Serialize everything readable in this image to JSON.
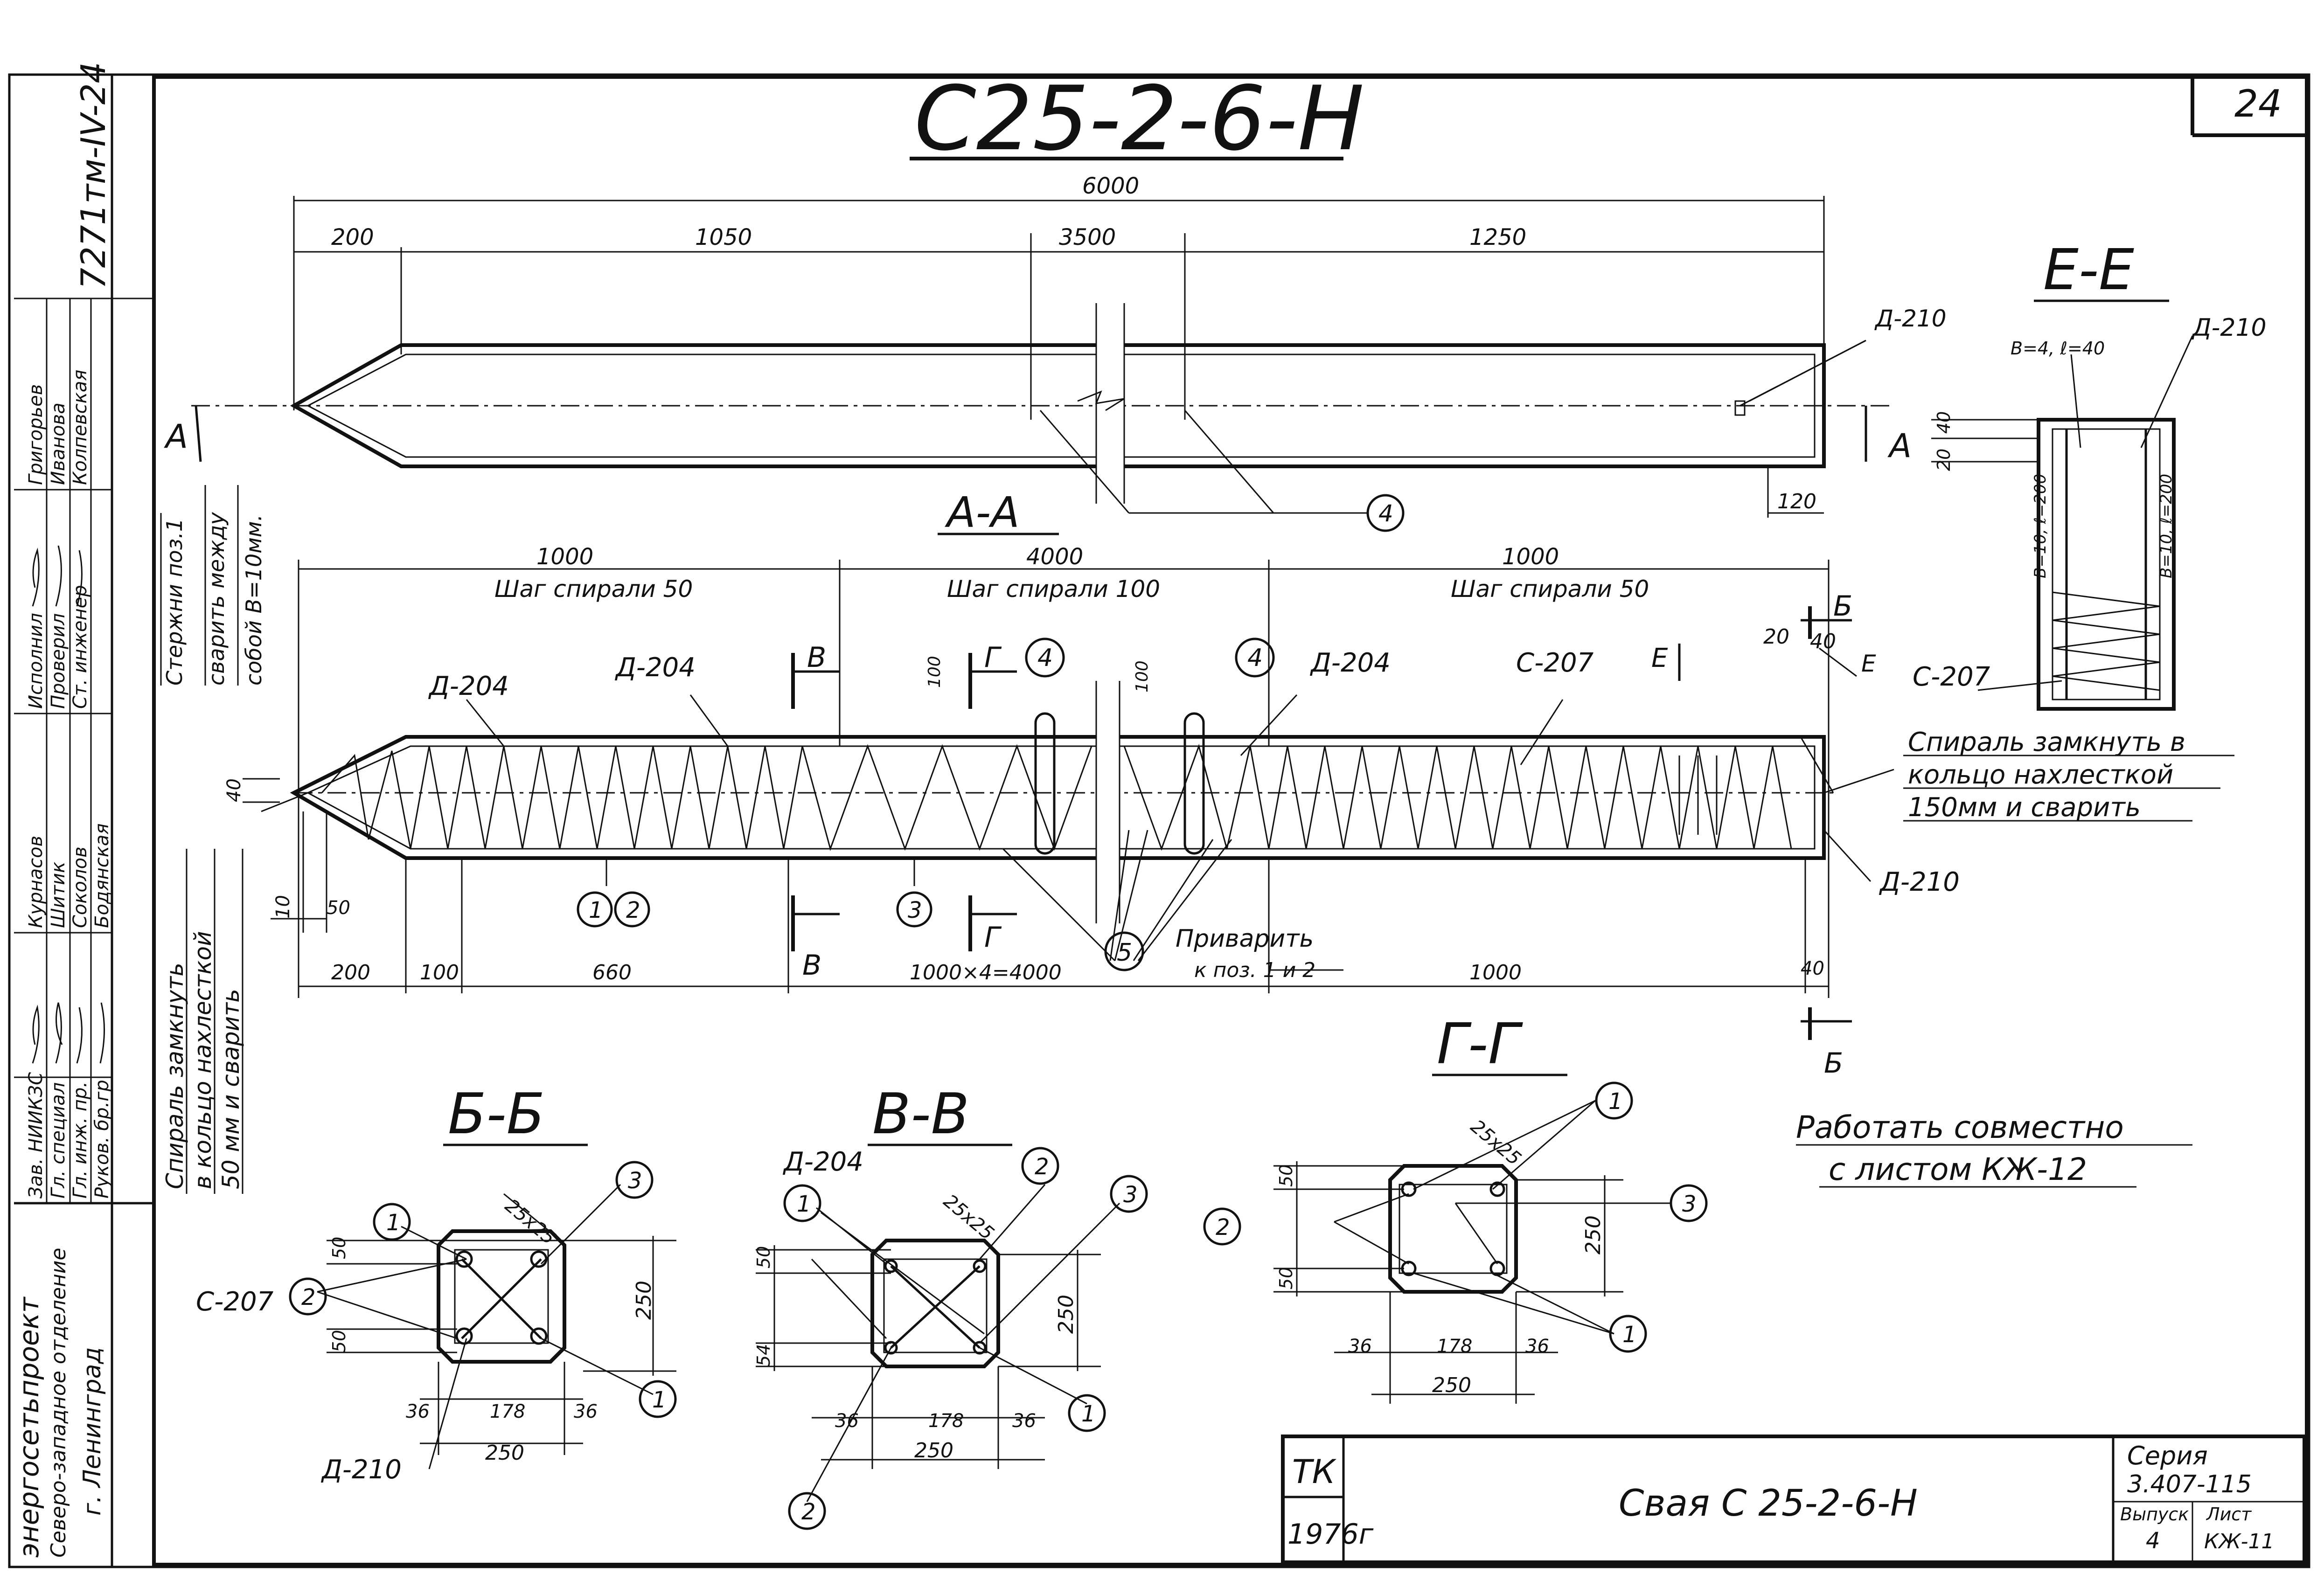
{
  "sheet": {
    "title": "С25-2-6-Н",
    "sheet_number": "24",
    "archive_code": "7271тм-IV-24",
    "work_together_1": "Работать совместно",
    "work_together_2": "с листом КЖ-12"
  },
  "title_block": {
    "org_1": "энергосетьпроект",
    "org_2": "Северо-западное отделение",
    "org_3": "г. Ленинград",
    "roles": [
      "Зав. НИИКЗС",
      "Гл. специал",
      "Гл. инж. пр.",
      "Руков. бр.гр",
      "Исполнил",
      "Проверил",
      "Ст. инженер"
    ],
    "names": [
      "Курнасов",
      "Шитик",
      "Соколов",
      "Бодянская",
      "Григорьев",
      "Иванова",
      "Колпевская"
    ],
    "tk": "ТК",
    "year": "1976г",
    "description": "Свая С 25-2-6-Н",
    "series_label": "Серия",
    "series": "3.407-115",
    "issue_label": "Выпуск",
    "issue": "4",
    "sheet_label": "Лист",
    "sheet": "КЖ-11"
  },
  "elevation": {
    "total": "6000",
    "d1": "200",
    "d2": "1050",
    "d3": "3500",
    "d4": "1250",
    "end": "120",
    "mark_a": "А",
    "part": "Д-210",
    "pos4": "4"
  },
  "section_aa": {
    "title": "А-А",
    "zone1": "1000",
    "zone2": "4000",
    "zone3": "1000",
    "pitch1": "Шаг спирали 50",
    "pitch2": "Шаг спирали 100",
    "pitch3": "Шаг спирали 50",
    "d204a": "Д-204",
    "d204b": "Д-204",
    "d204c": "Д-204",
    "c207": "С-207",
    "d210": "Д-210",
    "b200": "200",
    "b100": "100",
    "b660": "660",
    "b4000": "1000×4=4000",
    "b1000": "1000",
    "b40": "40",
    "h40": "40",
    "h100a": "100",
    "h100b": "100",
    "r10": "10",
    "r50": "50",
    "r20": "20",
    "r40": "40",
    "mark_v": "В",
    "mark_g": "Г",
    "mark_b": "Б",
    "mark_e": "Е",
    "pos1": "1",
    "pos2": "2",
    "pos3": "3",
    "pos5": "5",
    "weld1": "Приварить",
    "weld2": "к поз. 1 и 2",
    "note_left_1": "Стержни поз.1",
    "note_left_2": "сварить между",
    "note_left_3": "собой В=10мм.",
    "note_spiral_1": "Спираль замкнуть",
    "note_spiral_2": "в кольцо нахлесткой",
    "note_spiral_3": "50 мм и сварить",
    "note_right_1": "Спираль замкнуть в",
    "note_right_2": "кольцо нахлесткой",
    "note_right_3": "150мм и сварить"
  },
  "section_ee": {
    "title": "Е-Е",
    "d210": "Д-210",
    "c207": "С-207",
    "w1": "В=4, ℓ=40",
    "w2": "В=10, ℓ=200",
    "w3": "В=10, ℓ=200",
    "h20": "20",
    "h40": "40"
  },
  "section_bb": {
    "title": "Б-Б",
    "c207": "С-207",
    "d210": "Д-210",
    "chamfer": "25х25",
    "d36a": "36",
    "d178": "178",
    "d36b": "36",
    "d250w": "250",
    "d250h": "250",
    "d50a": "50",
    "d50b": "50",
    "p1a": "1",
    "p1b": "1",
    "p2": "2",
    "p3": "3"
  },
  "section_vv": {
    "title": "В-В",
    "d204": "Д-204",
    "chamfer": "25х25",
    "d36a": "36",
    "d178": "178",
    "d36b": "36",
    "d250w": "250",
    "d250h": "250",
    "d50": "50",
    "d54": "54",
    "p1a": "1",
    "p1b": "1",
    "p2a": "2",
    "p2b": "2",
    "p3": "3"
  },
  "section_gg": {
    "title": "Г-Г",
    "chamfer": "25х25",
    "d36a": "36",
    "d178": "178",
    "d36b": "36",
    "d250w": "250",
    "d250h": "250",
    "d50a": "50",
    "d50b": "50",
    "p1a": "1",
    "p1b": "1",
    "p2": "2",
    "p3": "3"
  }
}
